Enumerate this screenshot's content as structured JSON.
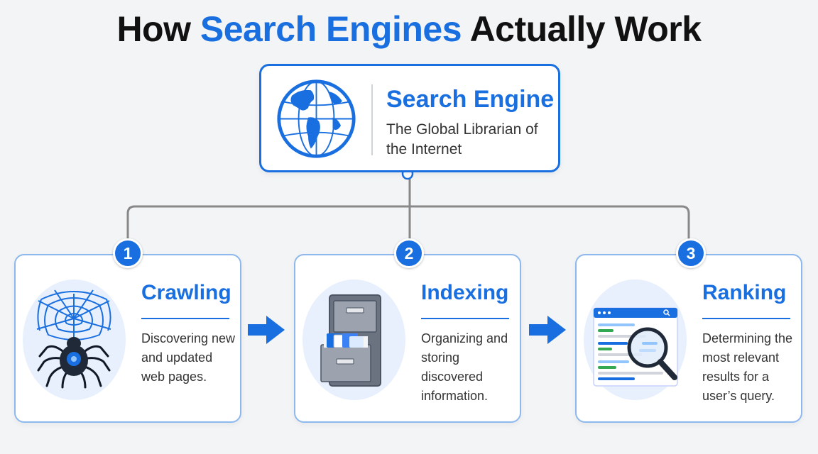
{
  "title": {
    "prefix": "How ",
    "highlight": "Search Engines",
    "suffix": " Actually Work"
  },
  "engine": {
    "title": "Search Engine",
    "subtitle": "The Global Librarian of the Internet",
    "icon": "globe-icon"
  },
  "steps": [
    {
      "number": "1",
      "title": "Crawling",
      "description": "Discovering new and updated web pages.",
      "icon": "spider-web-icon"
    },
    {
      "number": "2",
      "title": "Indexing",
      "description": "Organizing and storing discovered information.",
      "icon": "file-cabinet-icon"
    },
    {
      "number": "3",
      "title": "Ranking",
      "description": "Determining the most relevant results for a user’s query.",
      "icon": "search-results-magnifier-icon"
    }
  ],
  "colors": {
    "accent": "#1a6fe0",
    "card_border": "#8db8ee",
    "icon_background": "#e7f0fc",
    "connector": "#888888",
    "cabinet": "#6b7280",
    "result_green": "#34a853"
  }
}
